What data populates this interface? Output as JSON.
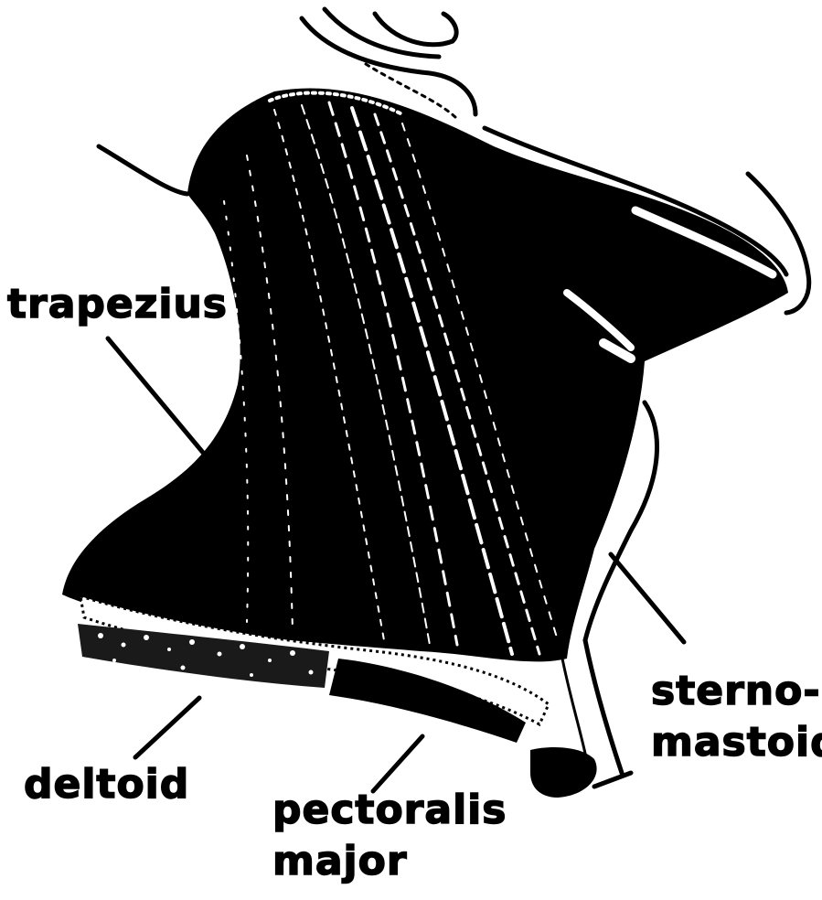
{
  "labels": {
    "trapezius": "trapezius",
    "sternomastoid_line1": "sterno-",
    "sternomastoid_line2": "mastoid",
    "deltoid": "deltoid",
    "pectoralis_line1": "pectoralis",
    "pectoralis_line2": "major"
  },
  "colors": {
    "background": "#ffffff",
    "ink": "#000000"
  }
}
